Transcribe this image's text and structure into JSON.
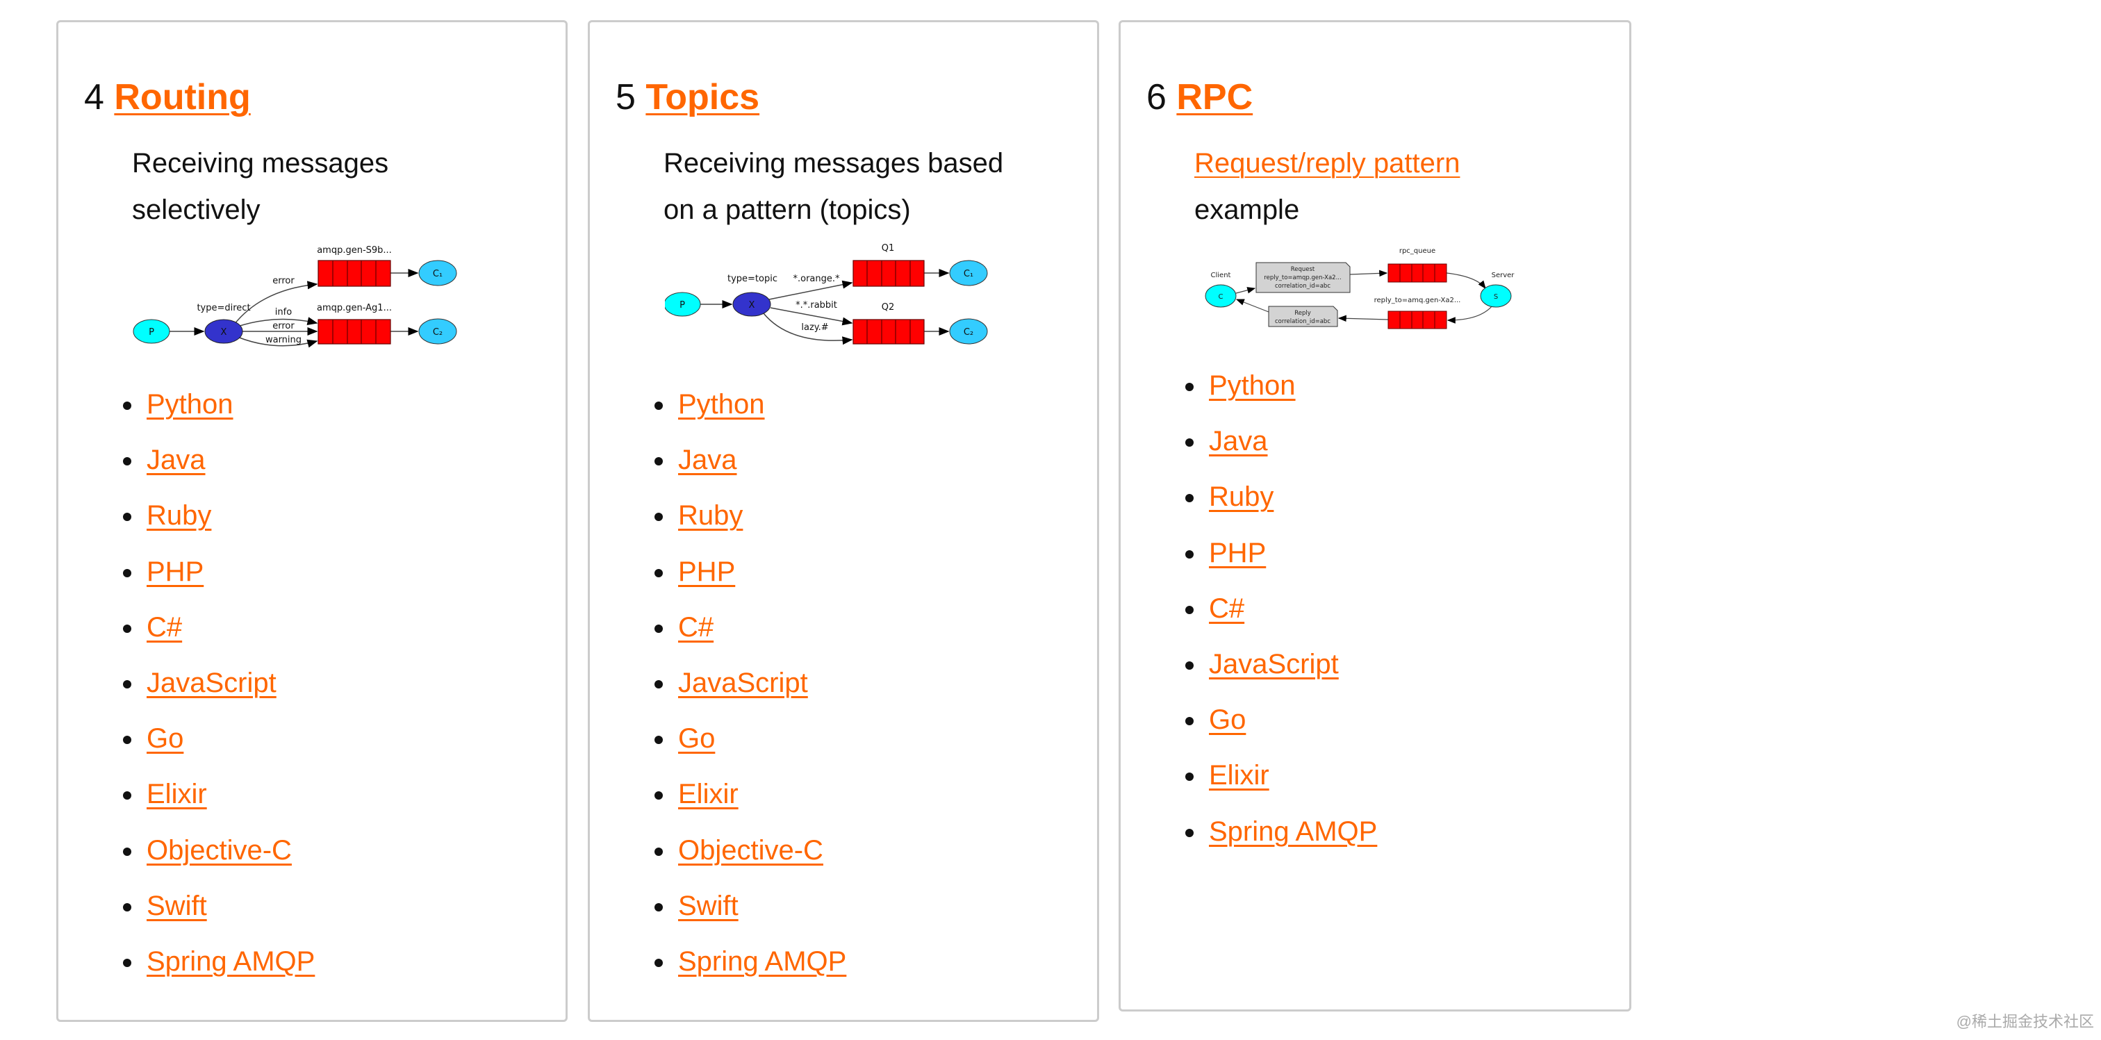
{
  "accent_color": "#ff6600",
  "cards": [
    {
      "number": "4",
      "title": "Routing",
      "description_line1": "Receiving messages",
      "description_line2": "selectively",
      "diagram": {
        "queue1_label": "amqp.gen-S9b...",
        "queue2_label": "amqp.gen-Ag1...",
        "exchange_type": "type=direct",
        "binding1": "error",
        "binding2": "info",
        "binding3": "error",
        "binding4": "warning",
        "producer": "P",
        "exchange": "X",
        "consumer1": "C₁",
        "consumer2": "C₂"
      },
      "languages": [
        "Python",
        "Java",
        "Ruby",
        "PHP",
        "C#",
        "JavaScript",
        "Go",
        "Elixir",
        "Objective-C",
        "Swift",
        "Spring AMQP"
      ]
    },
    {
      "number": "5",
      "title": "Topics",
      "description_line1": "Receiving messages based",
      "description_line2": "on a pattern (topics)",
      "diagram": {
        "queue1_label": "Q1",
        "queue2_label": "Q2",
        "exchange_type": "type=topic",
        "binding1": "*.orange.*",
        "binding2": "*.*.rabbit",
        "binding3": "lazy.#",
        "producer": "P",
        "exchange": "X",
        "consumer1": "C₁",
        "consumer2": "C₂"
      },
      "languages": [
        "Python",
        "Java",
        "Ruby",
        "PHP",
        "C#",
        "JavaScript",
        "Go",
        "Elixir",
        "Objective-C",
        "Swift",
        "Spring AMQP"
      ]
    },
    {
      "number": "6",
      "title": "RPC",
      "description_link": "Request/reply pattern",
      "description_line2": "example",
      "diagram": {
        "client_label": "Client",
        "client": "C",
        "server_label": "Server",
        "server": "S",
        "request_title": "Request",
        "request_reply_to": "reply_to=amqp.gen-Xa2...",
        "request_correlation": "correlation_id=abc",
        "rpc_queue_label": "rpc_queue",
        "reply_queue_label": "reply_to=amq.gen-Xa2...",
        "reply_title": "Reply",
        "reply_correlation": "correlation_id=abc"
      },
      "languages": [
        "Python",
        "Java",
        "Ruby",
        "PHP",
        "C#",
        "JavaScript",
        "Go",
        "Elixir",
        "Spring AMQP"
      ]
    }
  ],
  "watermark": "@稀土掘金技术社区"
}
